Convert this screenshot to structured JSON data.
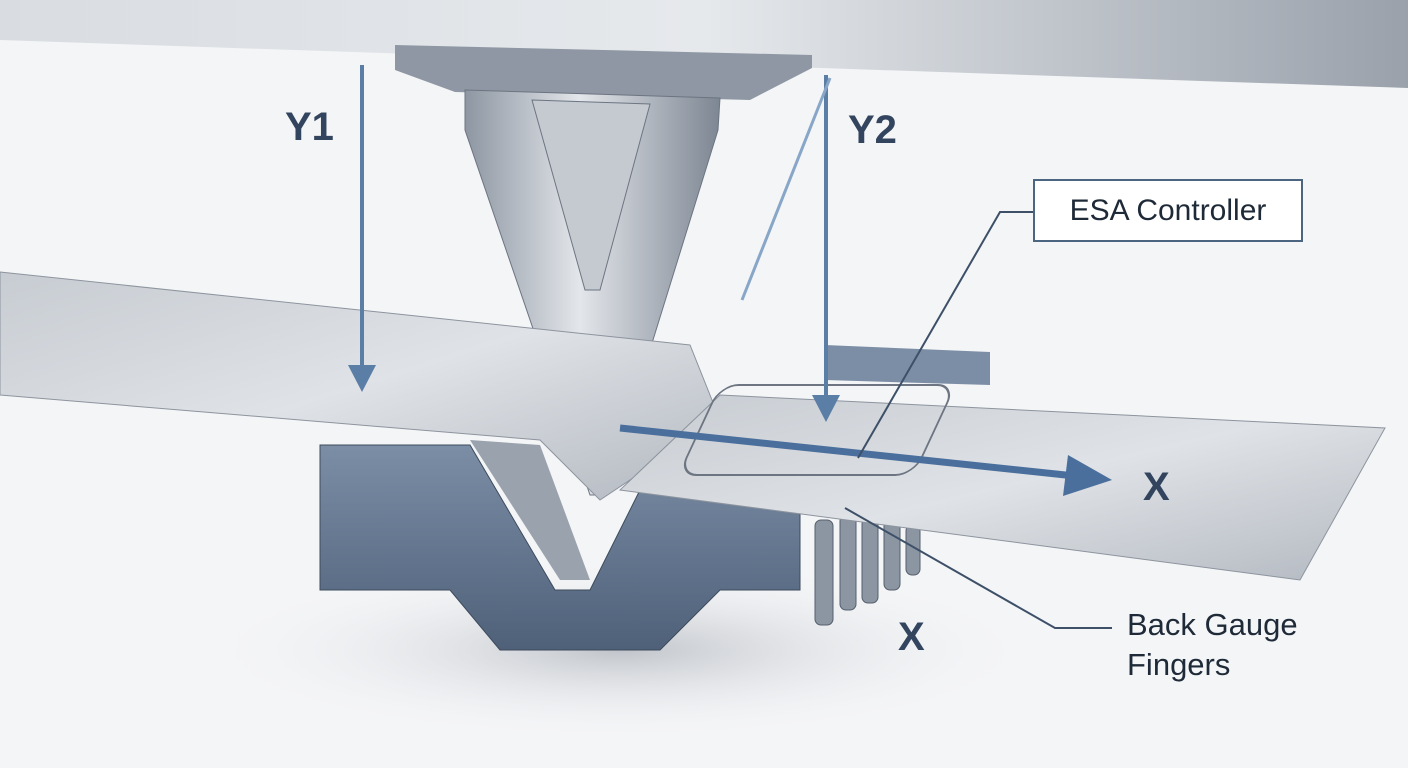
{
  "labels": {
    "y1": "Y1",
    "y2": "Y2",
    "x_main": "X",
    "x_gauge": "X",
    "esa_controller": "ESA Controller",
    "back_gauge_line1": "Back Gauge",
    "back_gauge_line2": "Fingers"
  },
  "colors": {
    "arrow": "#5b7ea6",
    "label": "#33455e",
    "metal": "#b9bfc8",
    "die": "#6a7d96"
  }
}
